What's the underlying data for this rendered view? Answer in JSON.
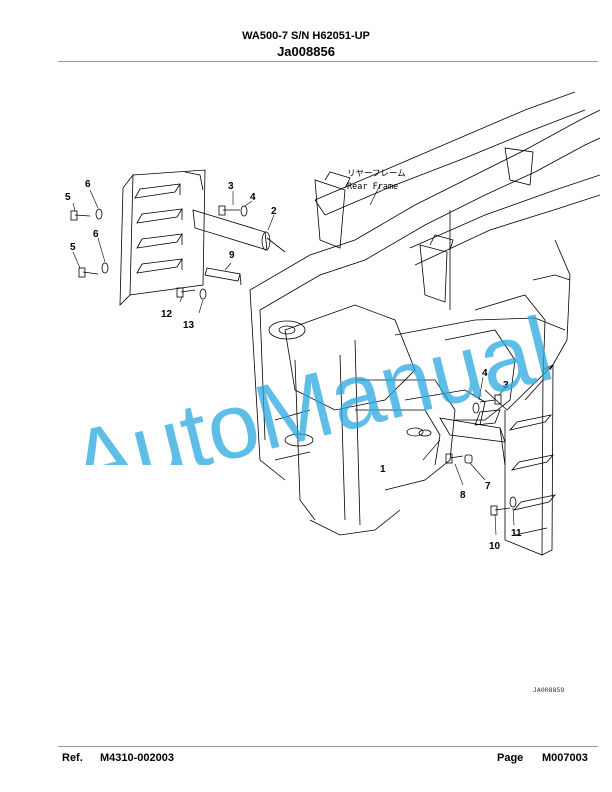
{
  "header": {
    "model": "WA500-7 S/N H62051-UP",
    "illustration_id": "Ja008856"
  },
  "drawing": {
    "label_jp": "リヤーフレーム",
    "label_en": "Rear Frame",
    "ref_code": "JA008859",
    "callouts": {
      "c1": "1",
      "c2": "2",
      "c3a": "3",
      "c3b": "3",
      "c4a": "4",
      "c4b": "4",
      "c5a": "5",
      "c5b": "5",
      "c6a": "6",
      "c6b": "6",
      "c7": "7",
      "c8": "8",
      "c9": "9",
      "c10": "10",
      "c11": "11",
      "c12": "12",
      "c13": "13"
    }
  },
  "watermark": {
    "text": "AutoManual",
    "color": "#29a8e0"
  },
  "footer": {
    "ref_label": "Ref.",
    "ref_value": "M4310-002003",
    "page_label": "Page",
    "page_value": "M007003"
  }
}
